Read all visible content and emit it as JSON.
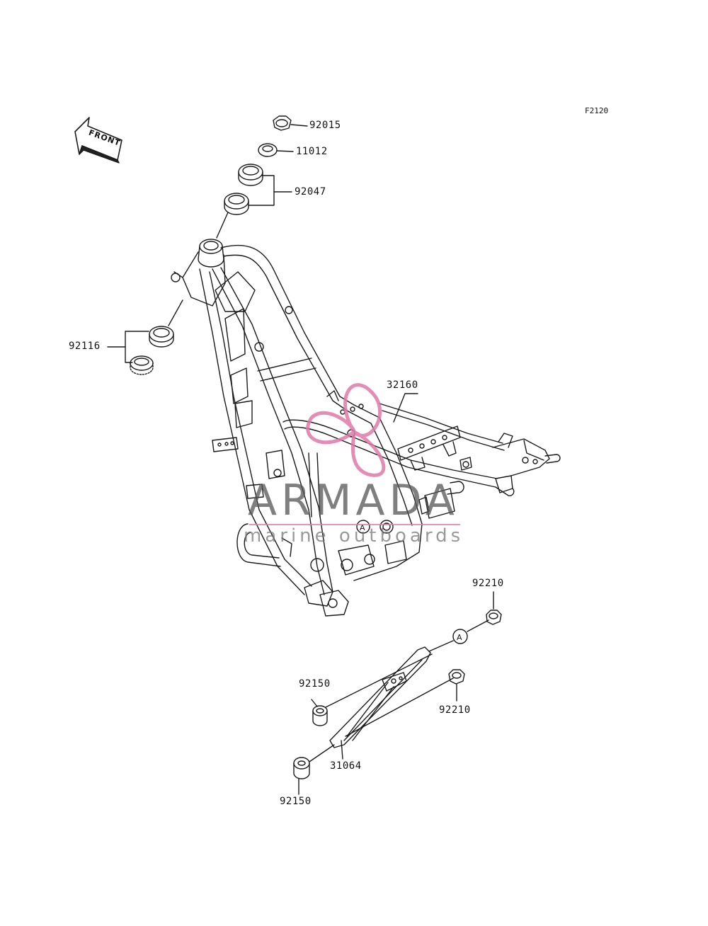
{
  "figure_code": "F2120",
  "front_arrow_label": "FRONT",
  "callout_marker": "A",
  "parts": {
    "nut_top": "92015",
    "washer_top": "11012",
    "bearing_upper": "92047",
    "bearing_lower": "92116",
    "frame": "32160",
    "collar_right_top": "92210",
    "collar_right_mid": "92210",
    "spacer_upper": "92150",
    "spacer_lower": "92150",
    "bracket": "31064"
  },
  "watermark": {
    "name": "ARMADA",
    "subtitle": "marine outboards",
    "accent_color": "#e07aa8"
  },
  "colors": {
    "line": "#1a1a1a",
    "background": "#ffffff"
  }
}
